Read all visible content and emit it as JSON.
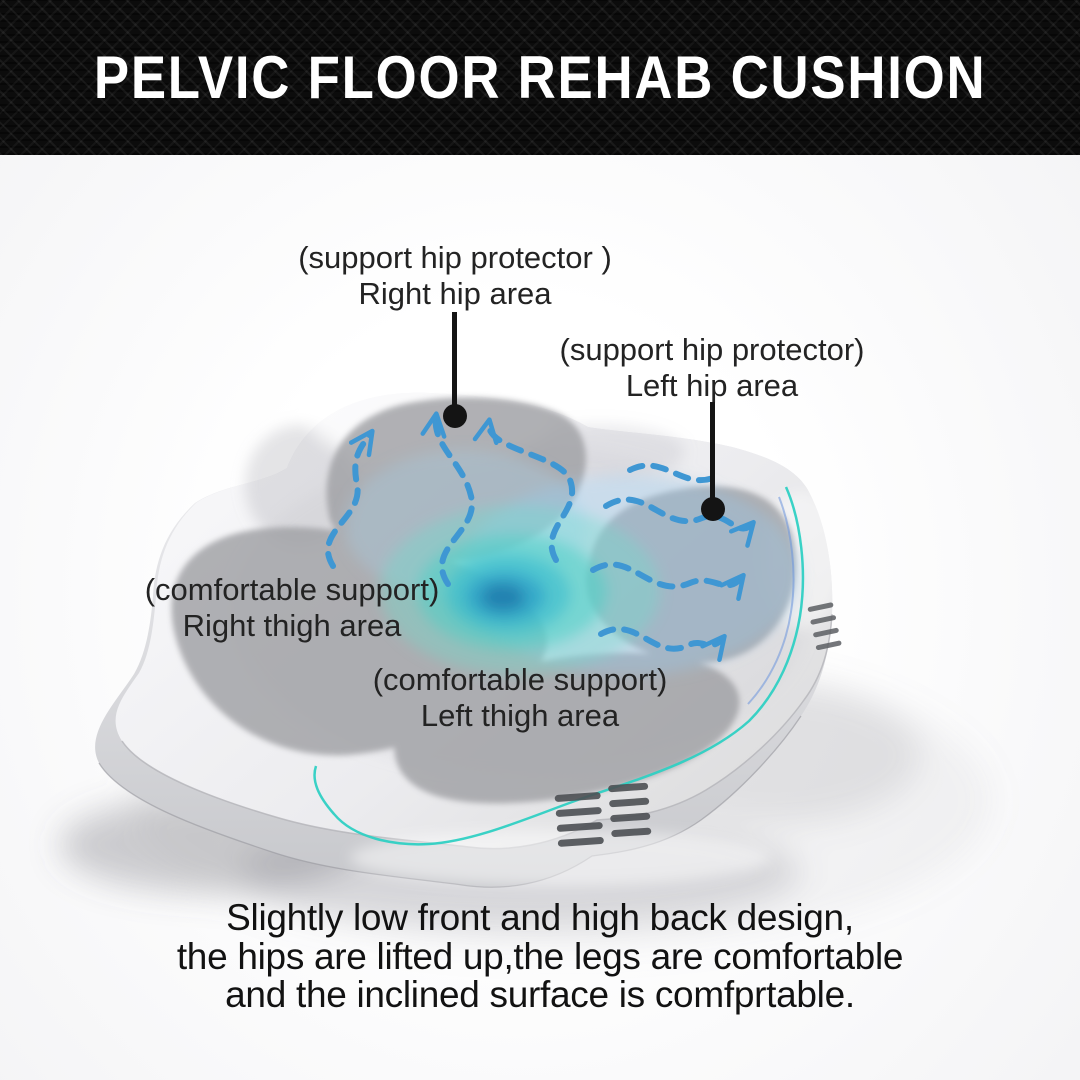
{
  "header": {
    "title": "PELVIC FLOOR REHAB CUSHION"
  },
  "annotations": {
    "right_hip": {
      "line1": "(support hip protector )",
      "line2": "Right hip area"
    },
    "left_hip": {
      "line1": "(support hip protector)",
      "line2": "Left hip area"
    },
    "right_thigh": {
      "line1": "(comfortable support)",
      "line2": "Right thigh area"
    },
    "left_thigh": {
      "line1": "(comfortable support)",
      "line2": "Left thigh area"
    }
  },
  "footer": {
    "line1": "Slightly low front and high back design,",
    "line2": "the hips are lifted up,the legs are comfortable",
    "line3": "and the inclined surface is comfprtable."
  },
  "figure": {
    "colors": {
      "banner_bg": "#0c0c0c",
      "banner_text": "#ffffff",
      "arrow_blue": "#3f97d3",
      "glow_teal": "#3fd3c6",
      "patch_gray": "#a0a1a5",
      "accent_cyan": "#2fd0c3",
      "pointer_black": "#141414",
      "cushion_white": "#f4f4f6"
    }
  }
}
